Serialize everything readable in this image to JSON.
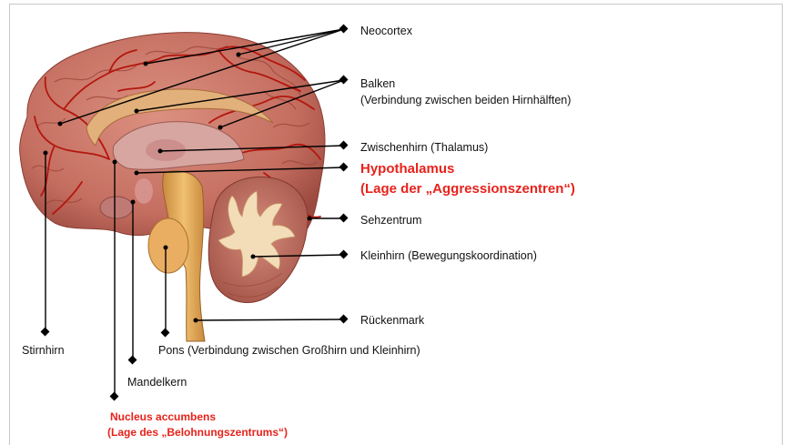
{
  "labels": {
    "neocortex": "Neocortex",
    "balken": "Balken",
    "balken_sub": "(Verbindung zwischen beiden Hirnhälften)",
    "zwischenhirn": "Zwischenhirn (Thalamus)",
    "hypothalamus": "Hypothalamus",
    "hypothalamus_sub": "(Lage der „Aggressionszentren“)",
    "sehzentrum": "Sehzentrum",
    "kleinhirn": "Kleinhirn (Bewegungskoordination)",
    "rueckenmark": "Rückenmark",
    "stirnhirn": "Stirnhirn",
    "pons": "Pons (Verbindung zwischen Großhirn und Kleinhirn)",
    "mandelkern": "Mandelkern",
    "nucleus": "Nucleus accumbens",
    "nucleus_sub": "(Lage des „Belohnungszentrums“)"
  },
  "colors": {
    "highlight": "#e8221b",
    "brain": "#c9776a",
    "vessel": "#b3170f",
    "line": "#000000"
  }
}
